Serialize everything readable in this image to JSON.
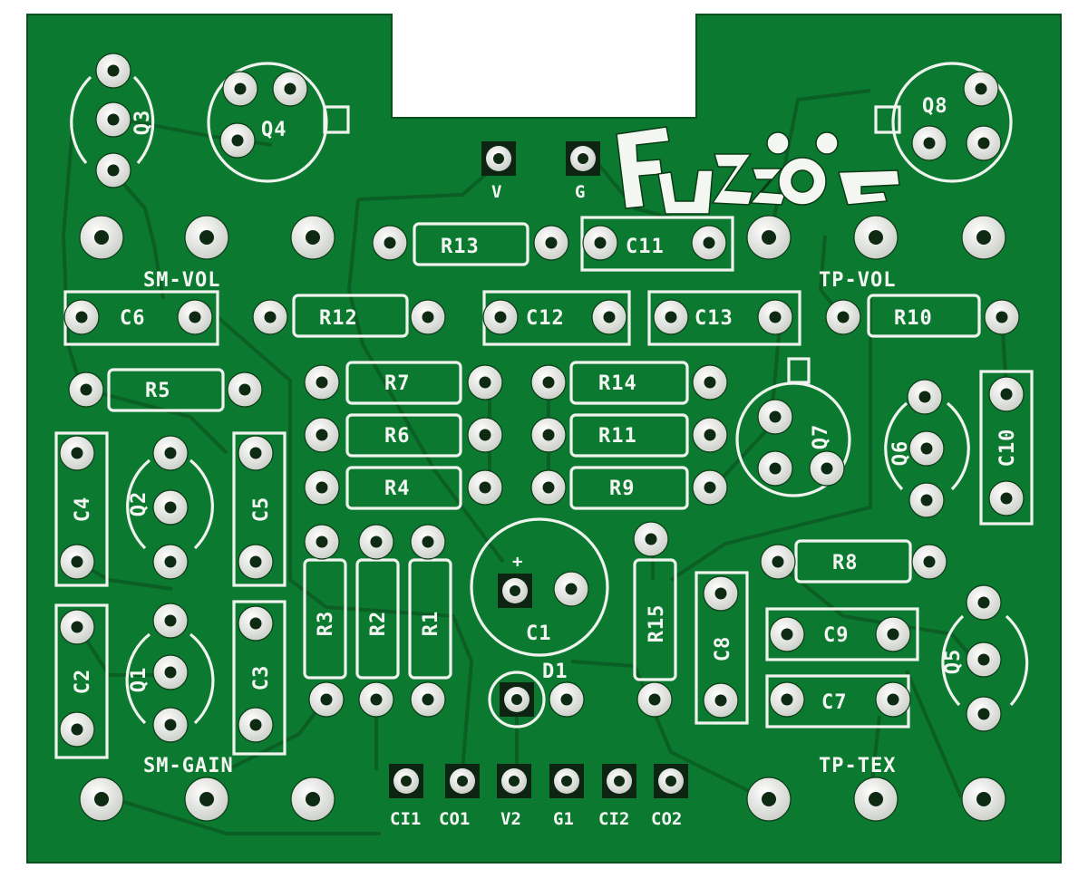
{
  "board": {
    "colors": {
      "solder_mask": "#0b7a30",
      "silkscreen": "#f1f4ee",
      "pad": "#e3e6e1"
    },
    "logo": "FuzzDog",
    "labels": {
      "q3": "Q3",
      "q4": "Q4",
      "q8": "Q8",
      "q7": "Q7",
      "q6": "Q6",
      "q5": "Q5",
      "q2": "Q2",
      "q1": "Q1",
      "v": "V",
      "g": "G",
      "r13": "R13",
      "c11": "C11",
      "sm_vol": "SM-VOL",
      "tp_vol": "TP-VOL",
      "c6": "C6",
      "r12": "R12",
      "c12": "C12",
      "c13": "C13",
      "r10": "R10",
      "r5": "R5",
      "r7": "R7",
      "r14": "R14",
      "r6": "R6",
      "r11": "R11",
      "r4": "R4",
      "r9": "R9",
      "c4": "C4",
      "c5": "C5",
      "c10": "C10",
      "r8": "R8",
      "c9": "C9",
      "c7": "C7",
      "c8": "C8",
      "r3": "R3",
      "r2": "R2",
      "r1": "R1",
      "r15": "R15",
      "c1": "C1",
      "c1_plus": "+",
      "d1": "D1",
      "c2": "C2",
      "c3": "C3",
      "sm_gain": "SM-GAIN",
      "tp_tex": "TP-TEX",
      "ci1": "CI1",
      "co1": "CO1",
      "v2": "V2",
      "g1": "G1",
      "ci2": "CI2",
      "co2": "CO2"
    }
  }
}
